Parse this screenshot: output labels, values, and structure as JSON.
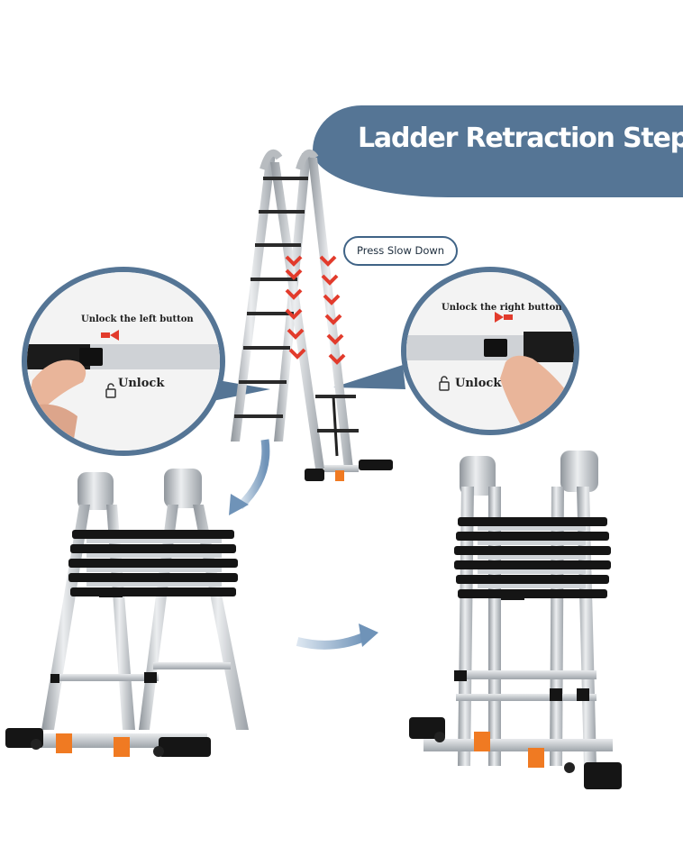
{
  "banner": {
    "title": "Ladder Retraction Steps",
    "color": "#557595"
  },
  "callout": {
    "text": "Press Slow Down"
  },
  "left_detail": {
    "caption": "Unlock the left button",
    "unlock_label": "Unlock"
  },
  "right_detail": {
    "caption": "Unlock the right button",
    "unlock_label": "Unlock"
  },
  "colors": {
    "aluminum": "#c9ccd0",
    "rubber": "#151515",
    "foot": "#f07a22",
    "arrow": "#e23b2c",
    "arrow_flow": "#8eb0cf"
  },
  "icons": [
    "padlock-icon",
    "red-arrow-icon",
    "curved-arrow-icon",
    "right-arrow-icon"
  ]
}
